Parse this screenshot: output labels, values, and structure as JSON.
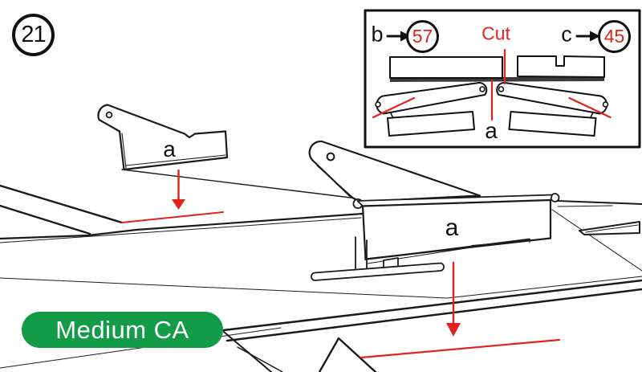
{
  "step": {
    "number": "21"
  },
  "inset": {
    "part_b_label": "b",
    "part_b_number": "57",
    "cut_label": "Cut",
    "part_c_label": "c",
    "part_c_number": "45",
    "part_a_label": "a"
  },
  "scene": {
    "left_part_label": "a",
    "center_part_label": "a"
  },
  "adhesive_badge": {
    "label": "Medium CA"
  },
  "colors": {
    "red": "#e2231d",
    "green": "#149b47",
    "line": "#1b1b1b"
  }
}
